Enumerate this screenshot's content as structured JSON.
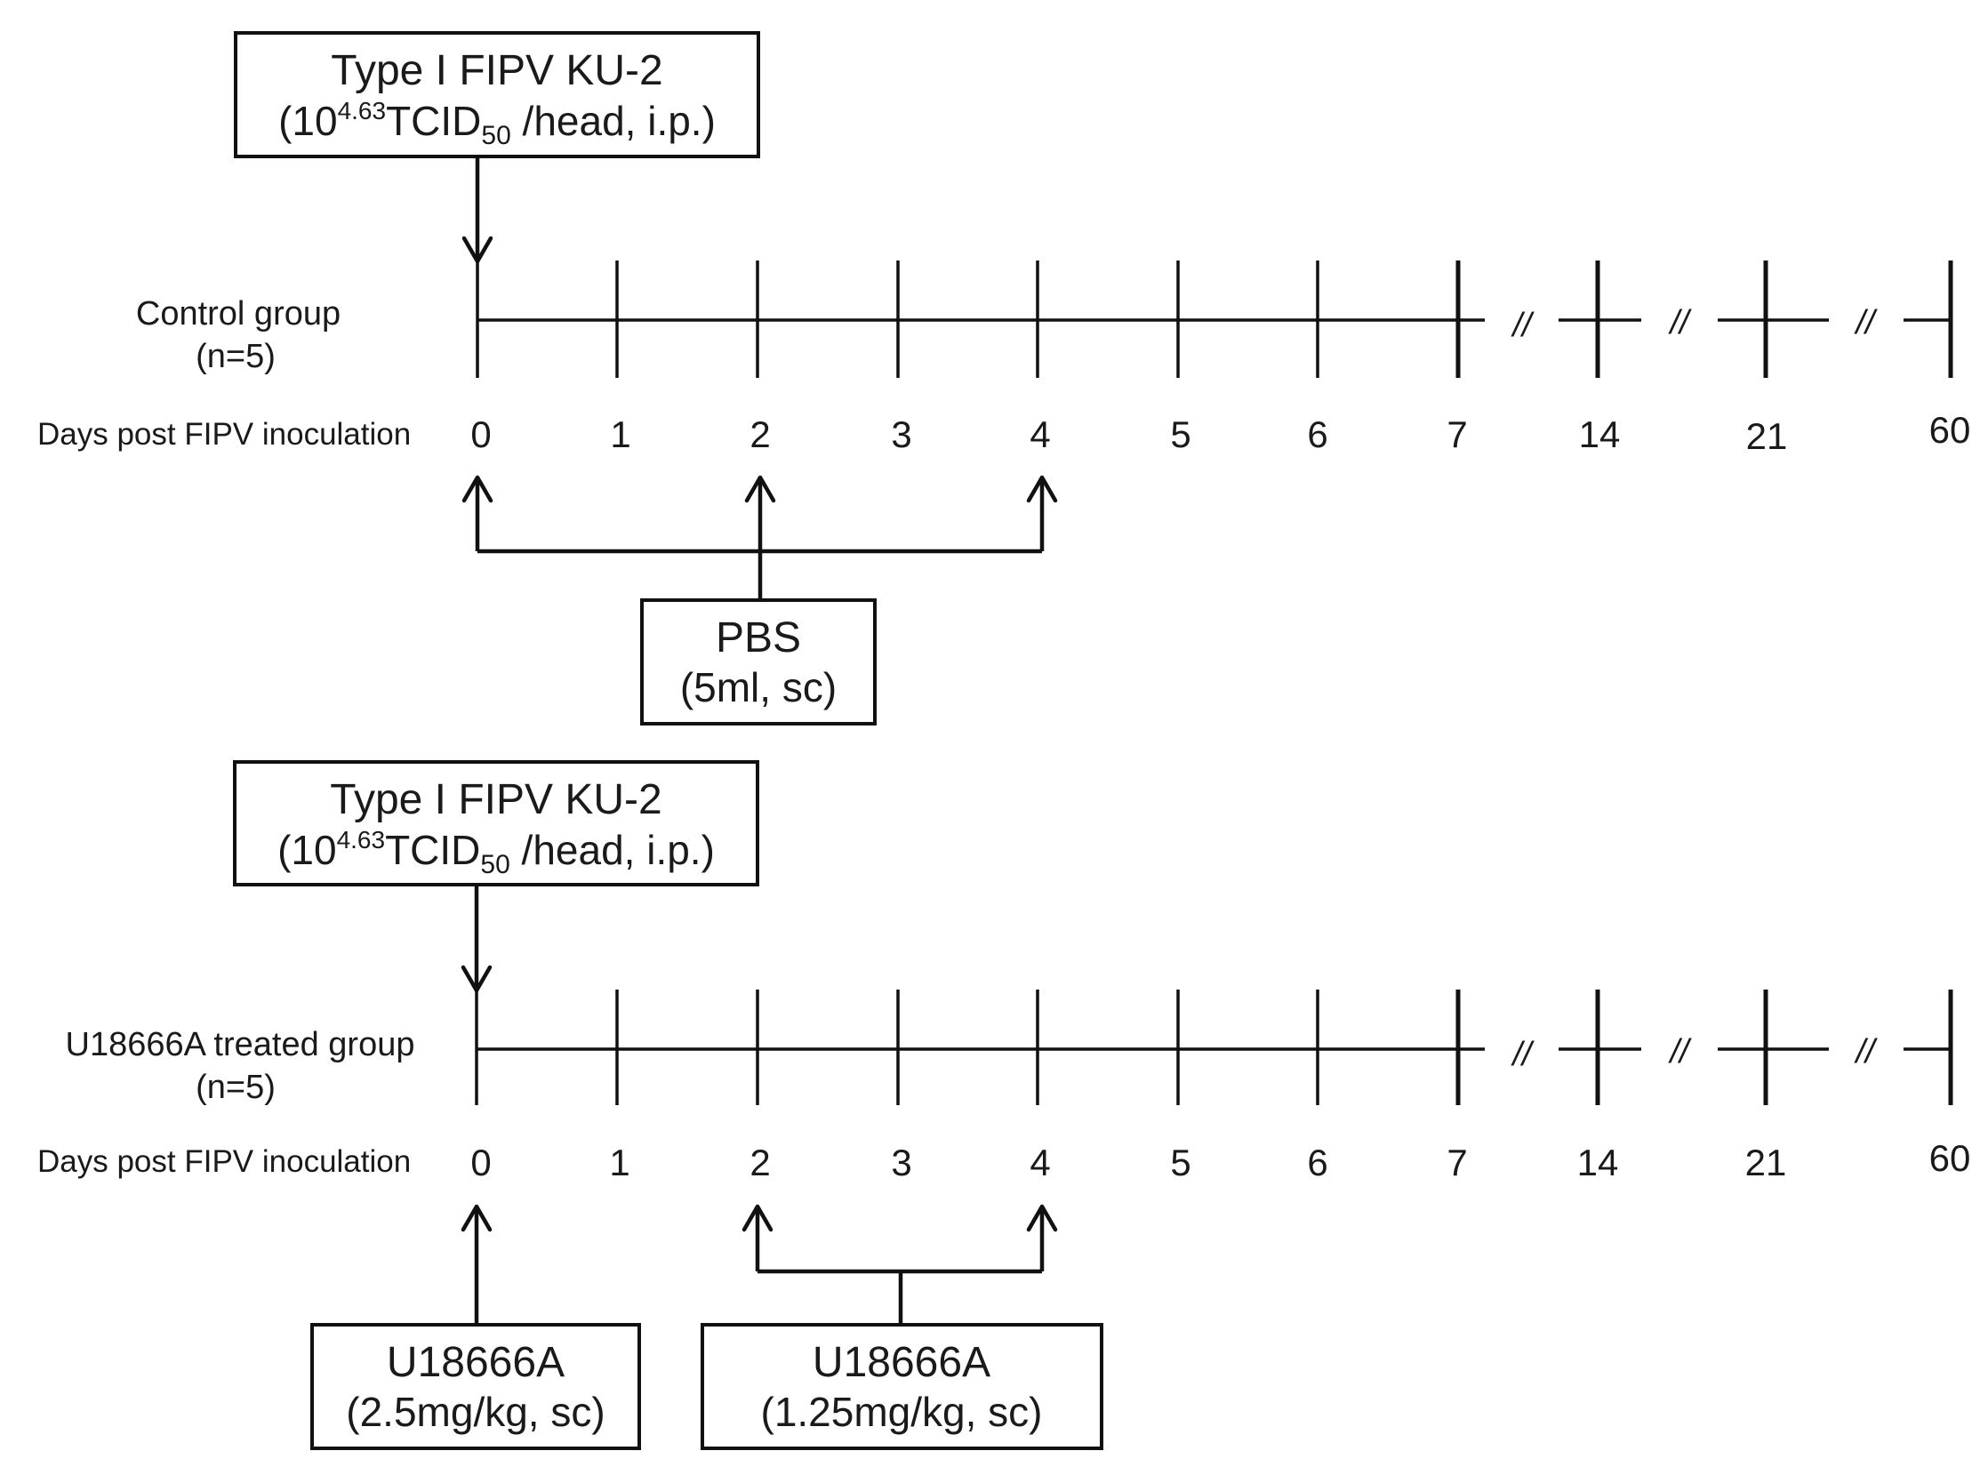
{
  "panels": [
    {
      "id": "control",
      "inoculation": {
        "title": "Type I FIPV KU-2",
        "dose_prefix": "(10",
        "dose_exponent": "4.63",
        "dose_unit": "TCID",
        "dose_subscript": "50",
        "dose_suffix": " /head, i.p.)"
      },
      "group_label": "Control group",
      "group_n": "(n=5)",
      "row_label": "Days post  FIPV inoculation",
      "days": [
        "0",
        "1",
        "2",
        "3",
        "4",
        "5",
        "6",
        "7",
        "14",
        "21",
        "60"
      ],
      "breaks": [
        "//",
        "//",
        "//"
      ],
      "treatments": [
        {
          "name": "PBS",
          "dose": "(5ml, sc)",
          "days": [
            "0",
            "2",
            "4"
          ]
        }
      ]
    },
    {
      "id": "treated",
      "inoculation": {
        "title": "Type I FIPV KU-2",
        "dose_prefix": "(10",
        "dose_exponent": "4.63",
        "dose_unit": "TCID",
        "dose_subscript": "50",
        "dose_suffix": " /head, i.p.)"
      },
      "group_label": "U18666A treated group",
      "group_n": "(n=5)",
      "row_label": "Days post  FIPV inoculation",
      "days": [
        "0",
        "1",
        "2",
        "3",
        "4",
        "5",
        "6",
        "7",
        "14",
        "21",
        "60"
      ],
      "breaks": [
        "//",
        "//",
        "//"
      ],
      "treatments": [
        {
          "name": "U18666A",
          "dose": "(2.5mg/kg, sc)",
          "days": [
            "0"
          ]
        },
        {
          "name": "U18666A",
          "dose": "(1.25mg/kg, sc)",
          "days": [
            "2",
            "4"
          ]
        }
      ]
    }
  ]
}
